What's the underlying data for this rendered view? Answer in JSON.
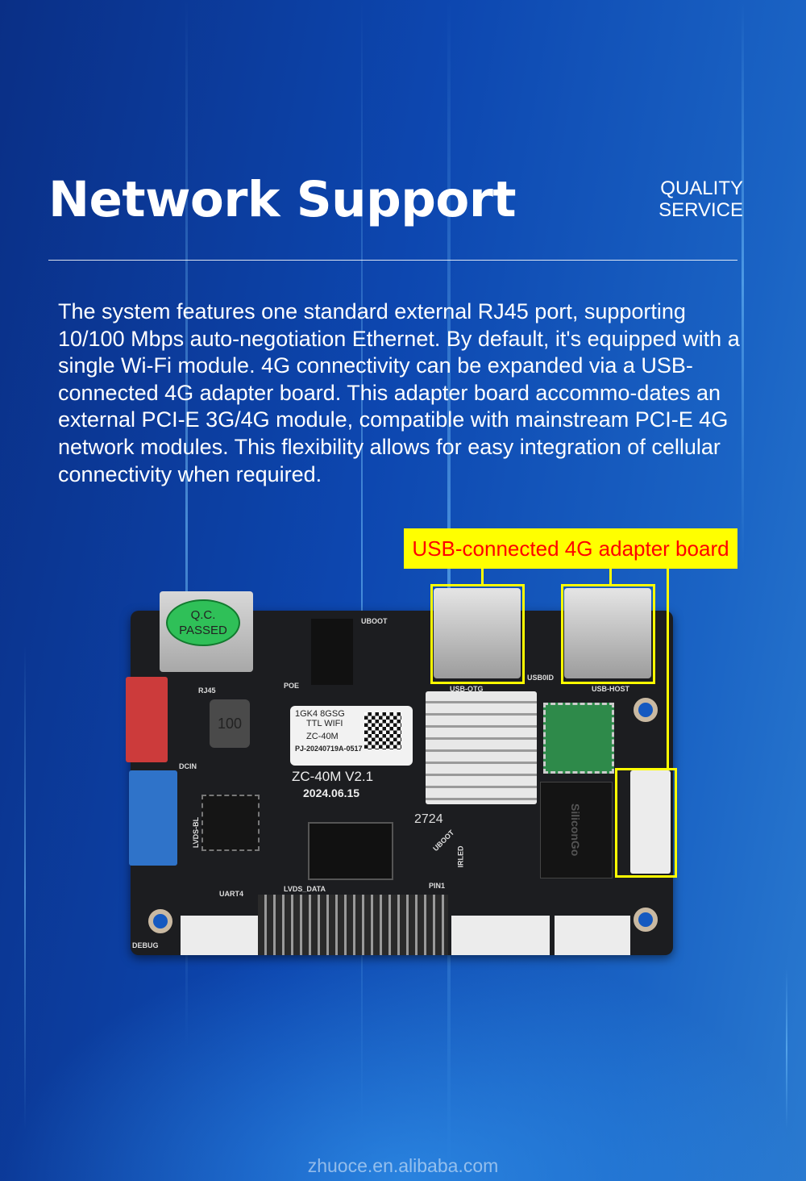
{
  "header": {
    "title": "Network Support",
    "tagline_line1": "QUALITY",
    "tagline_line2": "SERVICE"
  },
  "description": "The system features one standard external RJ45 port, supporting 10/100 Mbps auto-negotiation Ethernet. By default, it's equipped with a single Wi-Fi module. 4G connectivity can be expanded via a USB-connected 4G adapter board. This adapter board accommo-dates an external PCI-E 3G/4G module, compatible with mainstream PCI-E 4G network modules. This flexibility allows for easy integration of cellular connectivity when required.",
  "callout": {
    "label": "USB-connected 4G adapter board"
  },
  "board": {
    "qc_line1": "Q.C.",
    "qc_line2": "PASSED",
    "sticker": {
      "line1": "1GK4  8GSG",
      "line2": "TTL WIFI",
      "line3": "ZC-40M",
      "line4": "PJ-20240719A-0517"
    },
    "model": "ZC-40M V2.1",
    "date": "2024.06.15",
    "inductor": "100",
    "brand_chip": "SiliconGo",
    "counter": "2724",
    "silk": {
      "rj45": "RJ45",
      "poe": "POE",
      "dcin": "DCIN",
      "lvds_bl": "LVDS-BL",
      "uart4": "UART4",
      "debug": "DEBUG",
      "lvds_data": "LVDS_DATA",
      "usb_otg": "USB-OTG",
      "usb_host": "USB-HOST",
      "usb0id": "USB0ID",
      "boot": "UBOOT",
      "pin1": "PIN1",
      "irled": "IRLED"
    }
  },
  "watermark": "zhuoce.en.alibaba.com",
  "colors": {
    "callout_bg": "#ffff00",
    "callout_text": "#ff0000",
    "background": "#0d47b0"
  }
}
